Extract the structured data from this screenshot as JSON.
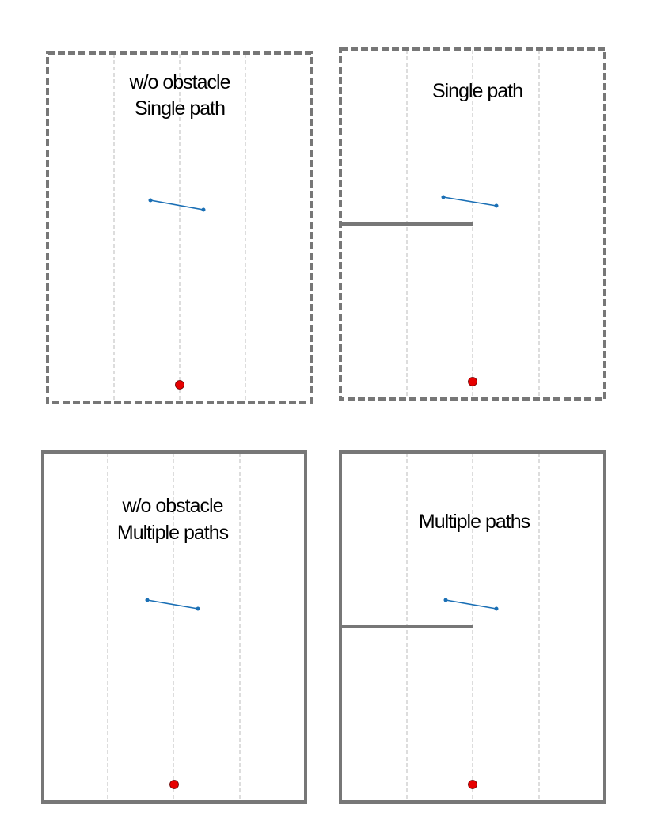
{
  "panels": [
    {
      "id": "top-left",
      "title_lines": [
        "w/o obstacle",
        "Single path"
      ],
      "border": "dashed",
      "obstacle": false
    },
    {
      "id": "top-right",
      "title_lines": [
        "Single path"
      ],
      "border": "dashed",
      "obstacle": true
    },
    {
      "id": "bottom-left",
      "title_lines": [
        "w/o obstacle",
        "Multiple paths"
      ],
      "border": "solid",
      "obstacle": false
    },
    {
      "id": "bottom-right",
      "title_lines": [
        "Multiple paths"
      ],
      "border": "solid",
      "obstacle": true
    }
  ],
  "colors": {
    "frame": "#777777",
    "guide": "#bbbbbb",
    "path": "#1a6fb5",
    "target": "#e60000"
  }
}
